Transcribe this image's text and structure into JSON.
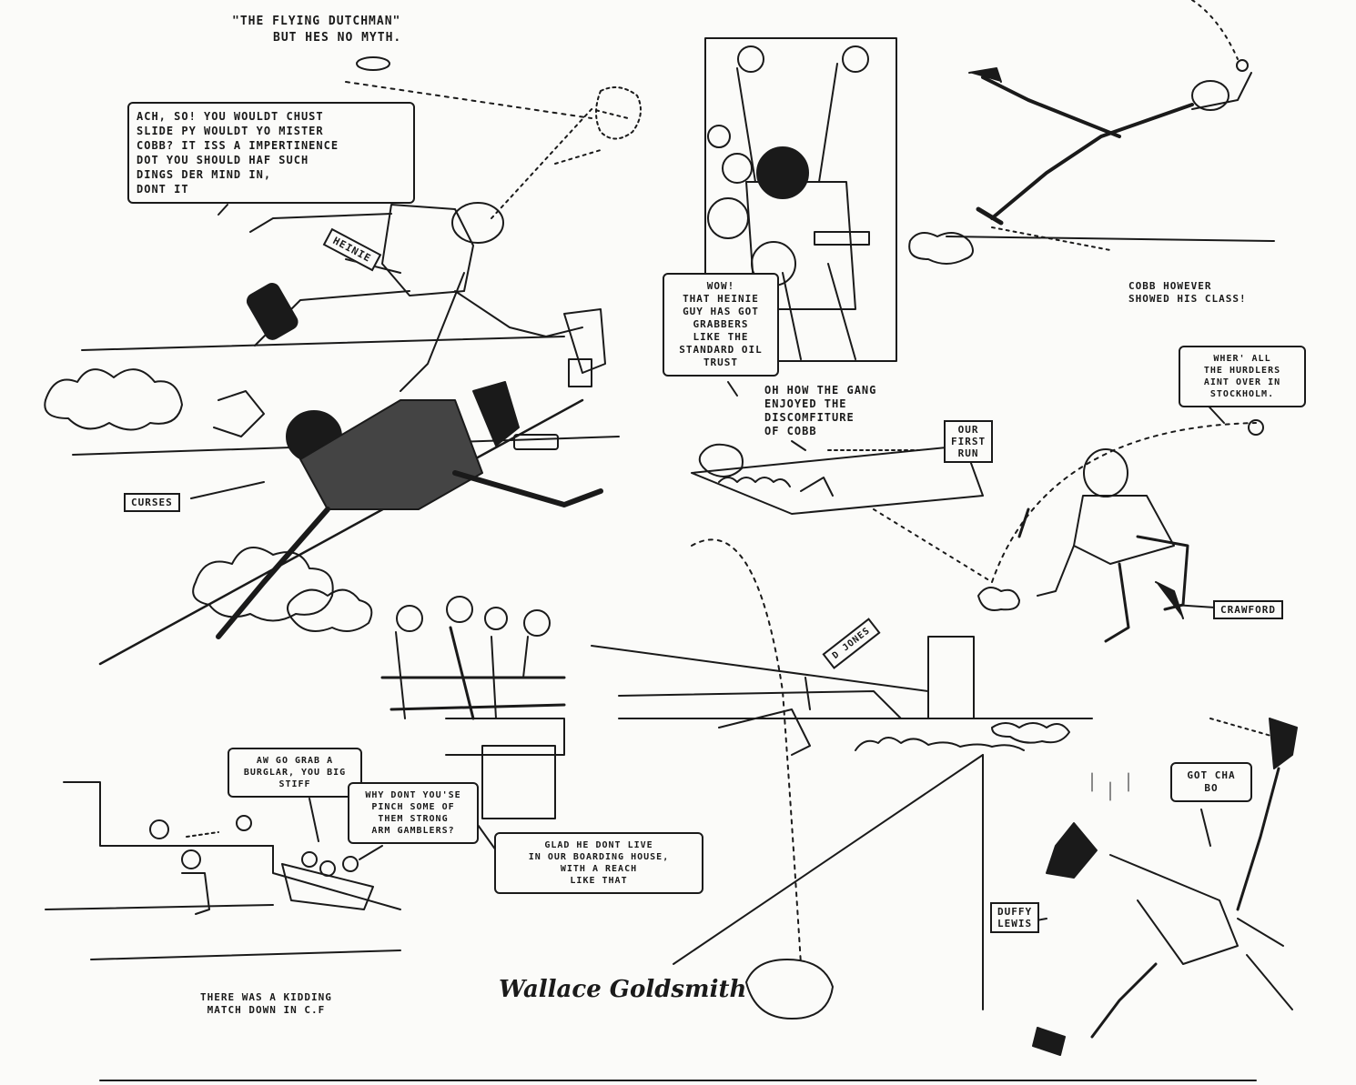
{
  "title": {
    "line1": "\"THE FLYING DUTCHMAN\"",
    "line2": "BUT HES NO MYTH."
  },
  "speech": {
    "ach_so": "ACH, SO! YOU WOULDT CHUST\nSLIDE PY WOULDT YO MISTER\nCOBB? IT ISS A IMPERTINENCE\nDOT YOU SHOULD HAF SUCH\nDINGS DER MIND IN,\nDONT IT",
    "wow": "WOW!\nTHAT HEINIE\nGUY HAS GOT\nGRABBERS\nLIKE THE\nSTANDARD OIL\nTRUST",
    "hurdlers": "WHER' ALL\nTHE HURDLERS\nAINT OVER IN\nSTOCKHOLM.",
    "burglar": "AW GO GRAB A\nBURGLAR, YOU BIG\nSTIFF",
    "gamblers": "WHY DONT YOU'SE\nPINCH SOME OF\nTHEM STRONG\nARM GAMBLERS?",
    "boarding": "GLAD HE DONT LIVE\nIN OUR BOARDING HOUSE,\nWITH A REACH\nLIKE THAT",
    "got_cha": "GOT CHA\nBO"
  },
  "labels": {
    "heinie": "HEINIE",
    "curses": "CURSES",
    "our_first_run": "OUR\nFIRST\nRUN",
    "crawford": "CRAWFORD",
    "d_jones": "D JONES",
    "duffy_lewis": "DUFFY\nLEWIS"
  },
  "captions": {
    "gang": "OH HOW THE GANG\nENJOYED THE\nDISCOMFITURE\nOF COBB",
    "cobb_class": "COBB HOWEVER\nSHOWED HIS CLASS!",
    "kidding": "THERE WAS A KIDDING\nMATCH DOWN IN C.F"
  },
  "signature": "Wallace Goldsmith",
  "colors": {
    "ink": "#1a1a1a",
    "paper": "#fbfbf9"
  }
}
